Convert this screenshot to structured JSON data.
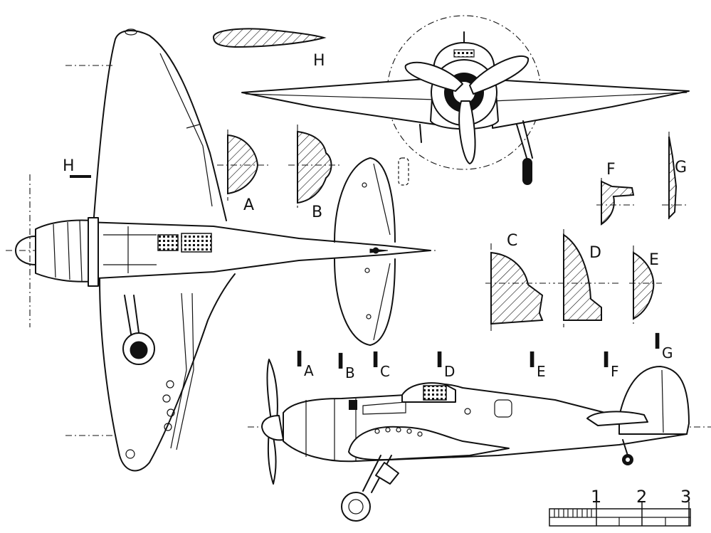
{
  "section_labels": {
    "A": "A",
    "B": "B",
    "C": "C",
    "D": "D",
    "E": "E",
    "F": "F",
    "G": "G",
    "H": "H"
  },
  "airfoil_label": "H",
  "planform_section_marker": "H",
  "station_marks": {
    "base": "I",
    "stations": [
      "A",
      "B",
      "C",
      "D",
      "E",
      "F",
      "G"
    ]
  },
  "scale_bar": {
    "ticks": [
      "1",
      "2",
      "3"
    ]
  }
}
